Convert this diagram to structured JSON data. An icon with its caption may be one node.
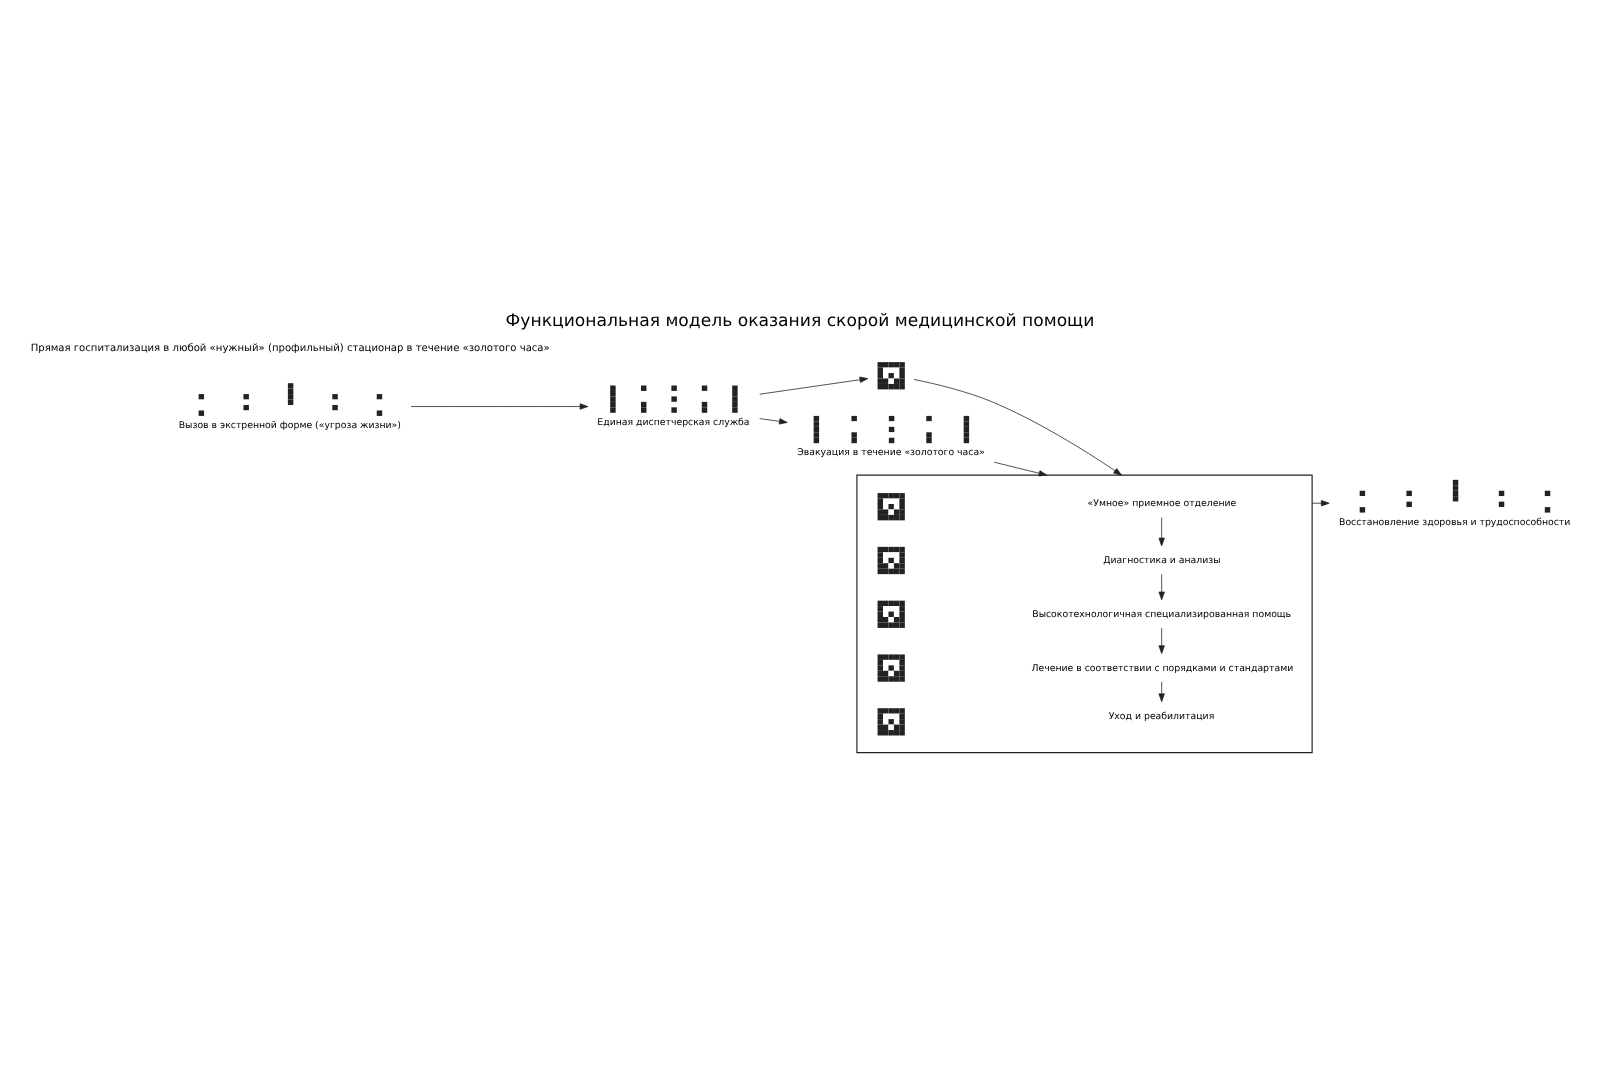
{
  "diagram": {
    "title": "Функциональная модель оказания скорой медицинской помощи",
    "nodes": [
      {
        "text": [],
        "shape": "person",
        "beside": [
          "Вызов в экстренной форме («угроза жизни»)"
        ]
      },
      {
        "text": [],
        "shape": "picture",
        "beside": [
          "Единая диспетчерская служба"
        ]
      },
      {
        "text": [],
        "shape": "picture"
      },
      {
        "text": [],
        "shape": "picture",
        "beside": [
          "Эвакуация в течение «золотого часа»"
        ]
      },
      {
        "text": [],
        "shape": "box"
      },
      {
        "text": [],
        "shape": "picture",
        "in": 4
      },
      {
        "text": [
          "«Умное» приемное отделение"
        ],
        "in": 4
      },
      {
        "text": [],
        "shape": "picture",
        "in": 4
      },
      {
        "text": [
          "Диагностика и анализы"
        ],
        "in": 4
      },
      {
        "text": [],
        "shape": "picture",
        "in": 4
      },
      {
        "text": [
          "Высокотехнологичная специализированная помощь"
        ],
        "in": 4
      },
      {
        "text": [],
        "shape": "picture",
        "in": 4
      },
      {
        "text": [
          "Лечение в соответствии с порядками и стандартами"
        ],
        "in": 4
      },
      {
        "text": [],
        "shape": "picture",
        "in": 4
      },
      {
        "text": [
          "Уход и реабилитация"
        ],
        "in": 4
      },
      {
        "text": [],
        "shape": "person",
        "beside": [
          "Восстановление здоровья и трудоспособности"
        ]
      }
    ],
    "edges": [
      {
        "from": 0,
        "to": 1,
        "arrow": "to"
      },
      {
        "from": 1,
        "to": 2,
        "arrow": "to"
      },
      {
        "from": 1,
        "to": 3,
        "arrow": "to"
      },
      {
        "from": 2,
        "to": 4,
        "arrow": "to"
      },
      {
        "from": 3,
        "to": 4,
        "arrow": "to"
      },
      {
        "from": 6,
        "to": 8,
        "arrow": "to"
      },
      {
        "from": 8,
        "to": 10,
        "arrow": "to"
      },
      {
        "from": 10,
        "to": 12,
        "arrow": "to"
      },
      {
        "from": 12,
        "to": 14,
        "arrow": "to"
      },
      {
        "from": 4,
        "to": 15,
        "arrow": "to"
      }
    ],
    "labels": [
      "Прямая госпитализация в любой «нужный» (профильный) стационар в течение «золотого часа»"
    ]
  }
}
